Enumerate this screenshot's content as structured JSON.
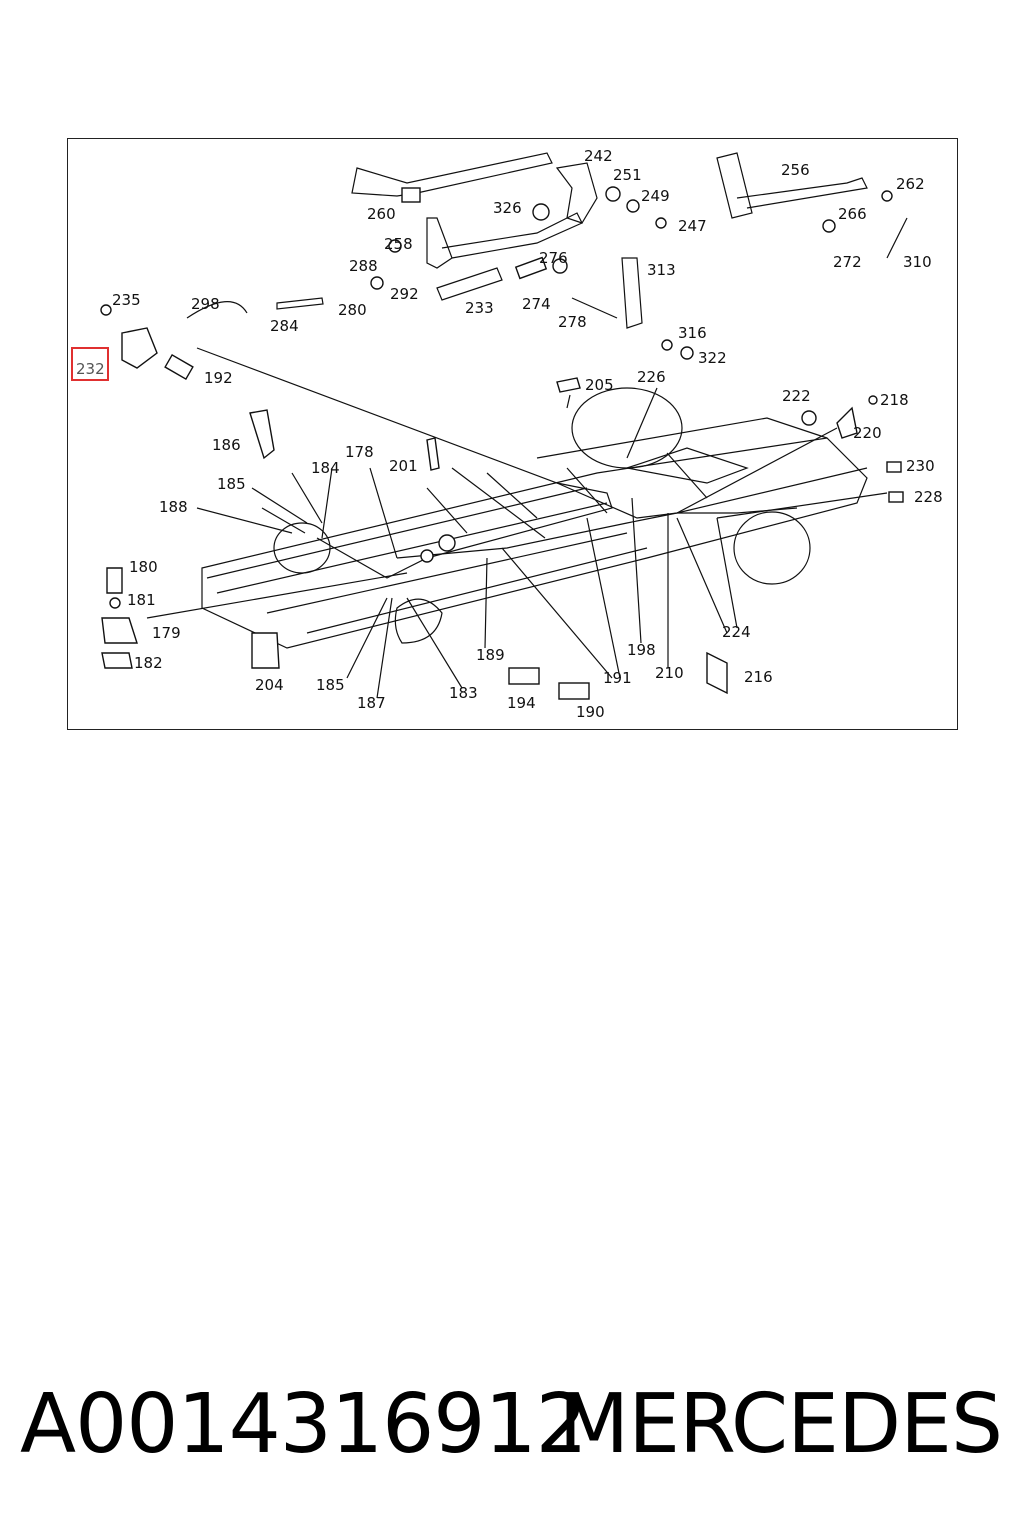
{
  "diagram": {
    "highlighted_label": "232",
    "callouts": [
      "242",
      "251",
      "249",
      "256",
      "262",
      "260",
      "326",
      "247",
      "266",
      "258",
      "272",
      "310",
      "288",
      "276",
      "313",
      "292",
      "235",
      "298",
      "284",
      "280",
      "233",
      "274",
      "278",
      "316",
      "322",
      "192",
      "205",
      "226",
      "222",
      "218",
      "186",
      "220",
      "178",
      "201",
      "184",
      "230",
      "185",
      "228",
      "188",
      "180",
      "181",
      "179",
      "182",
      "204",
      "189",
      "191",
      "198",
      "210",
      "224",
      "185",
      "187",
      "183",
      "194",
      "190",
      "216"
    ]
  },
  "footer": {
    "part_number": "A0014316912",
    "brand": "MERCEDES"
  }
}
